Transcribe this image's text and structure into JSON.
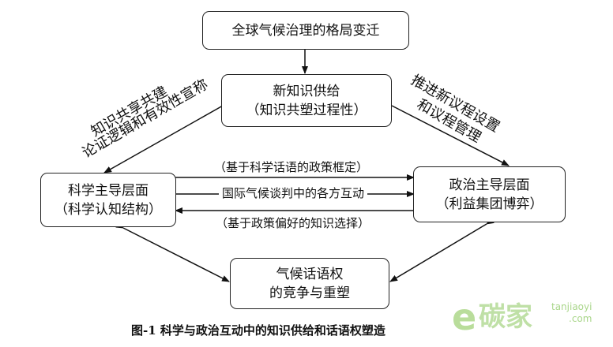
{
  "diagram": {
    "boxes": {
      "top": [
        "全球气候治理的格局变迁"
      ],
      "center": [
        "新知识供给",
        "（知识共塑过程性）"
      ],
      "left": [
        "科学主导层面",
        "（科学认知结构）"
      ],
      "right": [
        "政治主导层面",
        "（利益集团博弈）"
      ],
      "bottom": [
        "气候话语权",
        "的竞争与重塑"
      ]
    },
    "edge_labels": {
      "left_diagonal": [
        "知识共享共建",
        "论证逻辑和有效性宣称"
      ],
      "right_diagonal": [
        "推进新议程设置",
        "和议程管理"
      ],
      "upper_arrow": "（基于科学话语的政策框定）",
      "middle_arrow": "国际气候谈判中的各方互动",
      "lower_arrow": "（基于政策偏好的知识选择）"
    },
    "caption": "图-1    科学与政治互动中的知识供给和话语权塑造"
  },
  "watermark": {
    "logo": "e",
    "brand": "碳家",
    "url_line1": "tanjiaoyi",
    "url_line2": ".com",
    "color": "#b9dd9b"
  }
}
